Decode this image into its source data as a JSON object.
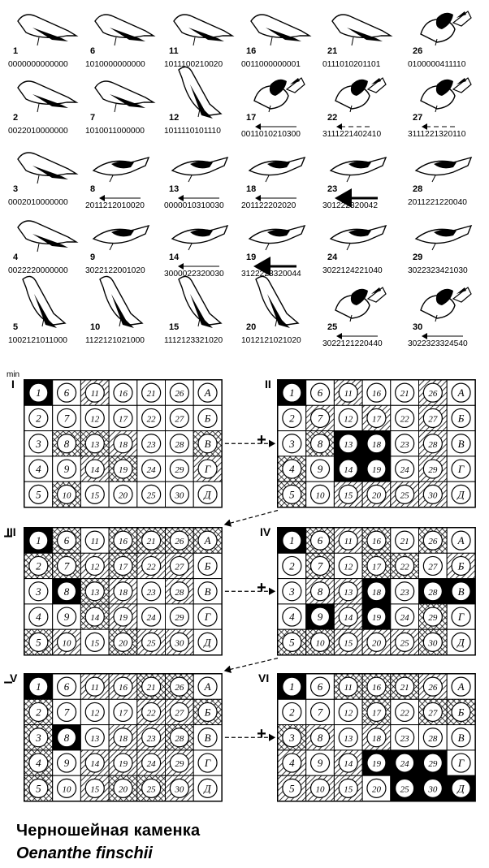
{
  "birds": [
    {
      "n": "1",
      "code": "0000000000000",
      "pose": "stand"
    },
    {
      "n": "2",
      "code": "0022010000000",
      "pose": "stand"
    },
    {
      "n": "3",
      "code": "0002010000000",
      "pose": "stand"
    },
    {
      "n": "4",
      "code": "0022220000000",
      "pose": "stand"
    },
    {
      "n": "5",
      "code": "1002121011000",
      "pose": "upright"
    },
    {
      "n": "6",
      "code": "1010000000000",
      "pose": "stand"
    },
    {
      "n": "7",
      "code": "1010011000000",
      "pose": "stand"
    },
    {
      "n": "8",
      "code": "2011212010020",
      "pose": "crouch",
      "arrow": "thin"
    },
    {
      "n": "9",
      "code": "3022122001020",
      "pose": "crouch"
    },
    {
      "n": "10",
      "code": "1122121021000",
      "pose": "upright"
    },
    {
      "n": "11",
      "code": "1011100210020",
      "pose": "stand"
    },
    {
      "n": "12",
      "code": "1011110101110",
      "pose": "upright"
    },
    {
      "n": "13",
      "code": "0000010310030",
      "pose": "crouch",
      "arrow": "thin"
    },
    {
      "n": "14",
      "code": "3000022320030",
      "pose": "crouch",
      "arrow": "thin"
    },
    {
      "n": "15",
      "code": "1112123321020",
      "pose": "upright"
    },
    {
      "n": "16",
      "code": "0011000000001",
      "pose": "stand"
    },
    {
      "n": "17",
      "code": "0011010210300",
      "pose": "display",
      "arrow": "thin"
    },
    {
      "n": "18",
      "code": "201122202020",
      "pose": "crouch",
      "arrow": "thin"
    },
    {
      "n": "19",
      "code": "3122223320044",
      "pose": "crouch",
      "arrow": "thick"
    },
    {
      "n": "20",
      "code": "1012121021020",
      "pose": "upright"
    },
    {
      "n": "21",
      "code": "0111010201101",
      "pose": "stand"
    },
    {
      "n": "22",
      "code": "3111221402410",
      "pose": "display",
      "arrow": "dashed"
    },
    {
      "n": "23",
      "code": "301222320042",
      "pose": "crouch",
      "arrow": "thick"
    },
    {
      "n": "24",
      "code": "3022124221040",
      "pose": "crouch"
    },
    {
      "n": "25",
      "code": "3022121220440",
      "pose": "display",
      "arrow": "thin"
    },
    {
      "n": "26",
      "code": "0100000411110",
      "pose": "display"
    },
    {
      "n": "27",
      "code": "3111221320110",
      "pose": "display",
      "arrow": "dashed"
    },
    {
      "n": "28",
      "code": "2011221220040",
      "pose": "crouch"
    },
    {
      "n": "29",
      "code": "3022323421030",
      "pose": "crouch"
    },
    {
      "n": "30",
      "code": "3022323324540",
      "pose": "display",
      "arrow": "thin"
    }
  ],
  "grid": {
    "cols": [
      [
        "1",
        "2",
        "3",
        "4",
        "5"
      ],
      [
        "6",
        "7",
        "8",
        "9",
        "10"
      ],
      [
        "11",
        "12",
        "13",
        "14",
        "15"
      ],
      [
        "16",
        "17",
        "18",
        "19",
        "20"
      ],
      [
        "21",
        "22",
        "23",
        "24",
        "25"
      ],
      [
        "26",
        "27",
        "28",
        "29",
        "30"
      ],
      [
        "А",
        "Б",
        "В",
        "Г",
        "Д"
      ]
    ],
    "fill_legend": {
      "w": "empty",
      "b": "black",
      "c": "cross-hatch",
      "d": "diagonal hatch"
    },
    "min_label": "min"
  },
  "panels": [
    {
      "id": "I",
      "sign": "",
      "cells": [
        "bwwww",
        "wwcwc",
        "dwcdw",
        "wwdcw",
        "wwwww",
        "wwwww",
        "wwcdw"
      ]
    },
    {
      "id": "II",
      "sign": "+",
      "cells": [
        "bwwcc",
        "wdcww",
        "dwbbd",
        "wdbbd",
        "wwwwd",
        "ddddd",
        "wwwww"
      ]
    },
    {
      "id": "III",
      "sign": "–",
      "cells": [
        "bcwwc",
        "ccbwd",
        "wdccw",
        "ccddc",
        "cdwwd",
        "cddwd",
        "cwwww"
      ]
    },
    {
      "id": "IV",
      "sign": "+",
      "cells": [
        "bwwwc",
        "ccdbc",
        "dwddd",
        "ccbbd",
        "wcwwd",
        "cwbcc",
        "wdbww"
      ]
    },
    {
      "id": "V",
      "sign": "–",
      "cells": [
        "bcccc",
        "wwbww",
        "dwwdd",
        "dwddc",
        "cdddc",
        "cdcdd",
        "wcwww"
      ]
    },
    {
      "id": "VI",
      "sign": "+",
      "cells": [
        "bwcdd",
        "wwdwd",
        "cwwdd",
        "ccdbw",
        "cwwbb",
        "dcwbb",
        "wcwwb"
      ]
    }
  ],
  "caption": {
    "russian": "Черношейная каменка",
    "latin": "Oenanthe finschii"
  }
}
